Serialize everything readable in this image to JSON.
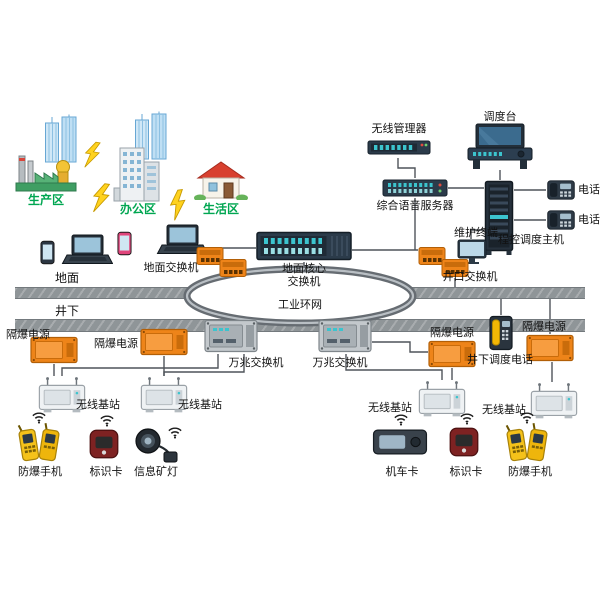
{
  "colors": {
    "zone_label_green": "#00a651",
    "label_black": "#111111",
    "device_orange": "#ee8419",
    "divider_gray": "#8f9598",
    "ring_gray": "#666c72",
    "line_gray": "#4f545a",
    "accent_teal": "#3cc4ce"
  },
  "zones": {
    "production": "生产区",
    "office": "办公区",
    "living": "生活区",
    "surface": "地面",
    "underground": "井下"
  },
  "surface": {
    "ground_switch": "地面交换机",
    "wireless_manager": "无线管理器",
    "dispatch_console": "调度台",
    "voice_server": "综合语音服务器",
    "pbx_dispatch_host": "程控调度主机",
    "telephone_1": "电话",
    "telephone_2": "电话",
    "maintenance_terminal": "维护终端",
    "core_switch": "地面核心\n交换机",
    "wellhead_switch": "井口交换机",
    "industrial_ring": "工业环网"
  },
  "underground": {
    "fb_power_1": "隔爆电源",
    "fb_power_2": "隔爆电源",
    "fb_power_3": "隔爆电源",
    "fb_power_4": "隔爆电源",
    "tengig_switch_1": "万兆交换机",
    "tengig_switch_2": "万兆交换机",
    "dispatch_phone": "井下调度电话",
    "base_station_1": "无线基站",
    "base_station_2": "无线基站",
    "base_station_3": "无线基站",
    "base_station_4": "无线基站",
    "ex_phone_left": "防爆手机",
    "id_card_left": "标识卡",
    "info_mine_lamp": "信息矿灯",
    "loco_card": "机车卡",
    "id_card_right": "标识卡",
    "ex_phone_right": "防爆手机"
  }
}
